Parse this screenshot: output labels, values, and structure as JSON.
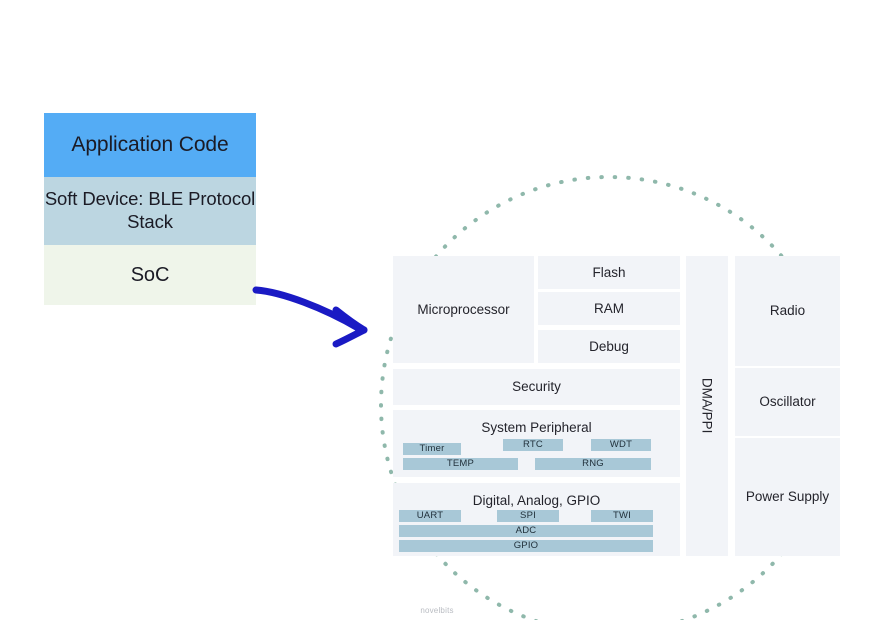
{
  "software_stack": {
    "layers": [
      {
        "id": "application-code",
        "label": "Application Code",
        "color": "#54acf5"
      },
      {
        "id": "soft-device",
        "label": "Soft Device: BLE Protocol  Stack",
        "color": "#bcd6e1"
      },
      {
        "id": "soc",
        "label": "SoC",
        "color": "#eff5ea"
      }
    ]
  },
  "annotation": {
    "arrow": {
      "name": "blue-curved-arrow",
      "color": "#1a1ac4"
    }
  },
  "soc_diagram": {
    "boundary": {
      "shape": "dotted-circle",
      "color": "#8fb8ab"
    },
    "blocks": {
      "microprocessor": "Microprocessor",
      "flash": "Flash",
      "ram": "RAM",
      "debug": "Debug",
      "security": "Security",
      "system_peripheral": "System Peripheral",
      "digital_analog_gpio": "Digital, Analog, GPIO",
      "dma_ppi": "DMA/PPI",
      "radio": "Radio",
      "oscillator": "Oscillator",
      "power_supply": "Power Supply"
    },
    "system_peripheral_items": [
      {
        "id": "timer",
        "label": "Timer"
      },
      {
        "id": "rtc",
        "label": "RTC"
      },
      {
        "id": "wdt",
        "label": "WDT"
      },
      {
        "id": "temp",
        "label": "TEMP"
      },
      {
        "id": "rng",
        "label": "RNG"
      }
    ],
    "digital_analog_items": [
      {
        "id": "uart",
        "label": "UART"
      },
      {
        "id": "spi",
        "label": "SPI"
      },
      {
        "id": "twi",
        "label": "TWI"
      },
      {
        "id": "adc",
        "label": "ADC"
      },
      {
        "id": "gpio",
        "label": "GPIO"
      }
    ],
    "block_color": "#f2f4f8",
    "pill_color": "#a8c8d7"
  },
  "watermark": {
    "text": "novelbits"
  }
}
